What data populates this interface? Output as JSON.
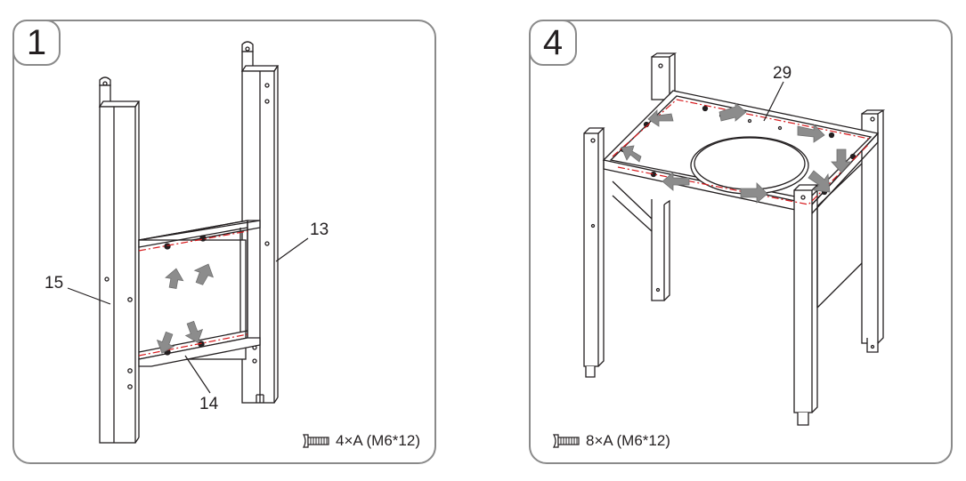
{
  "panels": [
    {
      "step": "1",
      "hardware": "4×A (M6*12)",
      "labels": {
        "left_leg": "15",
        "right_leg": "13",
        "crossbar": "14"
      }
    },
    {
      "step": "4",
      "hardware": "8×A (M6*12)",
      "labels": {
        "top_frame": "29"
      }
    }
  ],
  "colors": {
    "line": "#231f20",
    "arrow": "#8c8c8c",
    "dash": "#d7191c",
    "border": "#8a8a8a"
  },
  "icons": [
    "screw-icon",
    "arrow-icon"
  ]
}
